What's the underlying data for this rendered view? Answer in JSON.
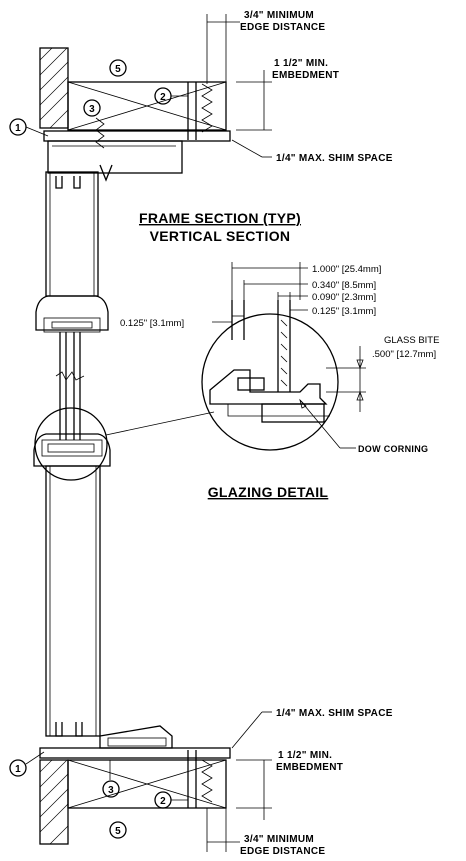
{
  "title": "FRAME SECTION (TYP)",
  "subtitle": "VERTICAL SECTION",
  "detail_title": "GLAZING DETAIL",
  "callouts": [
    "1",
    "2",
    "3",
    "5"
  ],
  "top_notes": {
    "edge_distance_1": "3/4\" MINIMUM",
    "edge_distance_2": "EDGE DISTANCE",
    "embedment_1": "1 1/2\" MIN.",
    "embedment_2": "EMBEDMENT",
    "shim": "1/4\" MAX. SHIM SPACE"
  },
  "bottom_notes": {
    "shim": "1/4\" MAX. SHIM SPACE",
    "embedment_1": "1 1/2\" MIN.",
    "embedment_2": "EMBEDMENT",
    "edge_distance_1": "3/4\" MINIMUM",
    "edge_distance_2": "EDGE DISTANCE"
  },
  "glazing_dims": {
    "d1": "1.000\" [25.4mm]",
    "d2": "0.340\" [8.5mm]",
    "d3": "0.090\" [2.3mm]",
    "d4": "0.125\" [3.1mm]",
    "left": "0.125\" [3.1mm]",
    "bite_1": "GLASS BITE",
    "bite_2": ".500\" [12.7mm]",
    "sealant": "DOW CORNING"
  },
  "colors": {
    "line": "#000000",
    "background": "#ffffff"
  }
}
